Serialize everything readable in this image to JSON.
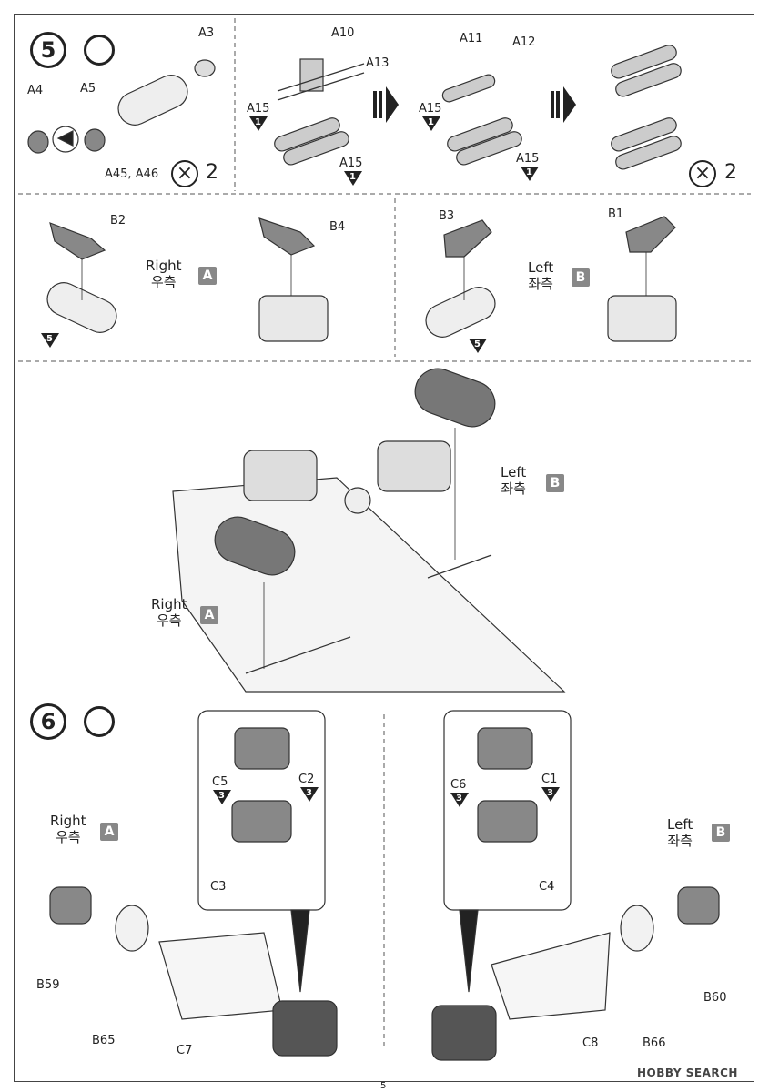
{
  "steps": {
    "step5": "5",
    "step6": "6"
  },
  "step5": {
    "parts_a": [
      "A3",
      "A4",
      "A5",
      "A45, A46"
    ],
    "times_left": "2",
    "parts_b": [
      "A10",
      "A13",
      "A15",
      "A15"
    ],
    "badge_b1": "1",
    "badge_b2": "1",
    "parts_c": [
      "A11",
      "A12",
      "A15",
      "A15"
    ],
    "badge_c1": "1",
    "badge_c2": "1",
    "times_right": "2"
  },
  "row2": {
    "b2": "B2",
    "b4": "B4",
    "b3": "B3",
    "b1": "B1",
    "right_en": "Right",
    "right_ko": "우측",
    "right_badge": "A",
    "left_en": "Left",
    "left_ko": "좌측",
    "left_badge": "B",
    "ref5a": "5",
    "ref5b": "5"
  },
  "assembly": {
    "left_en": "Left",
    "left_ko": "좌측",
    "left_badge": "B",
    "right_en": "Right",
    "right_ko": "우측",
    "right_badge": "A"
  },
  "step6": {
    "right_en": "Right",
    "right_ko": "우측",
    "right_badge": "A",
    "left_en": "Left",
    "left_ko": "좌측",
    "left_badge": "B",
    "c5": "C5",
    "c2": "C2",
    "c3": "C3",
    "c6": "C6",
    "c1": "C1",
    "c4": "C4",
    "b3a": "3",
    "b3b": "3",
    "b3c": "3",
    "b3d": "3",
    "b59": "B59",
    "b65": "B65",
    "c7": "C7",
    "c8": "C8",
    "b66": "B66",
    "b60": "B60"
  },
  "footer": {
    "page_number": "5",
    "watermark": "HOBBY SEARCH"
  }
}
